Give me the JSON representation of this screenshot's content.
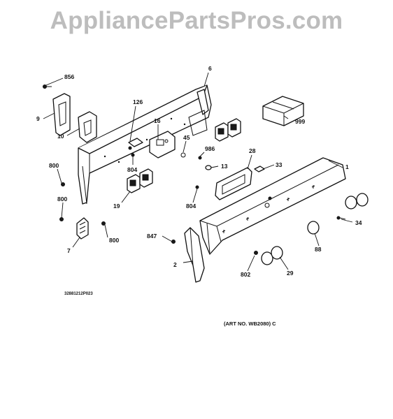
{
  "watermark": "AppliancePartsPros.com",
  "labels": {
    "l856": "856",
    "l6": "6",
    "l126": "126",
    "l9": "9",
    "l16": "16",
    "l10": "10",
    "l999": "999",
    "l45": "45",
    "l986": "986",
    "l28": "28",
    "l800a": "800",
    "l804a": "804",
    "l13": "13",
    "l33": "33",
    "l1": "1",
    "l19": "19",
    "l800b": "800",
    "l804b": "804",
    "l847": "847",
    "l34": "34",
    "l800c": "800",
    "l7": "7",
    "l88": "88",
    "l2": "2",
    "l802": "802",
    "l29": "29"
  },
  "figure_code": "32881212P023",
  "art_number": "(ART NO. WB2080) C"
}
